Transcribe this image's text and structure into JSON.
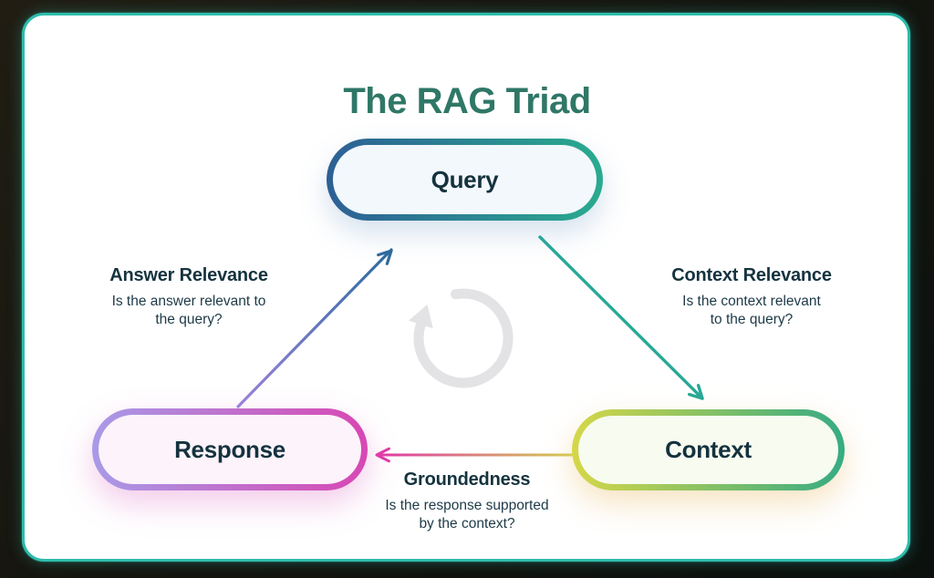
{
  "title": "The RAG Triad",
  "nodes": {
    "query": {
      "label": "Query"
    },
    "response": {
      "label": "Response"
    },
    "context": {
      "label": "Context"
    }
  },
  "edges": {
    "context_relevance": {
      "label": "Context Relevance",
      "line1": "Is the context relevant",
      "line2": "to the query?"
    },
    "answer_relevance": {
      "label": "Answer Relevance",
      "line1": "Is the answer relevant to",
      "line2": "the query?"
    },
    "groundedness": {
      "label": "Groundedness",
      "line1": "Is the response supported",
      "line2": "by the context?"
    }
  },
  "icons": {
    "center": "refresh-cycle-icon"
  },
  "colors": {
    "background_dark": "#15150f",
    "card_background": "#ffffff",
    "card_border": "#2ebcab",
    "title_text": "#2f7767",
    "node_text": "#14323e",
    "label_text": "#15333f",
    "query_border_left": "#2d5f95",
    "query_border_right": "#2aab8f",
    "query_fill": "#f3f8fd",
    "response_border_left": "#a89ae7",
    "response_border_right": "#d847b3",
    "response_fill": "#fdf3fb",
    "context_border_left": "#d6d748",
    "context_border_right": "#36ab83",
    "context_fill": "#f7fbf0",
    "arrow_teal": "#27a897",
    "arrow_blue": "#2e6b9d",
    "arrow_purple": "#9c82dd",
    "arrow_pink": "#e039a8",
    "arrow_yellow": "#d3cc52",
    "refresh_gray": "#e3e3e6"
  }
}
